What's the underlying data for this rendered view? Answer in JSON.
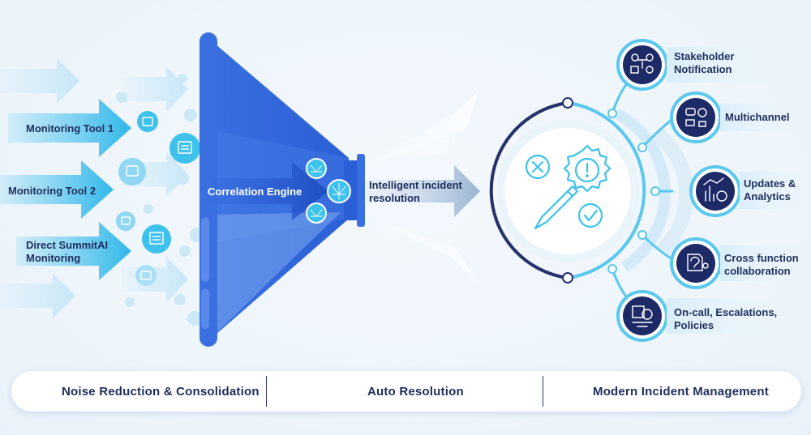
{
  "inputs": {
    "tool1": "Monitoring Tool 1",
    "tool2": "Monitoring Tool 2",
    "direct": [
      "Direct SummitAI",
      "Monitoring"
    ]
  },
  "engine": {
    "label": "Correlation Engine"
  },
  "resolution": {
    "label": [
      "Intelligent incident",
      "resolution"
    ]
  },
  "outputs": [
    {
      "lines": [
        "Stakeholder",
        "Notification"
      ],
      "icon": "stakeholder-icon"
    },
    {
      "lines": [
        "Multichannel"
      ],
      "icon": "multichannel-icon"
    },
    {
      "lines": [
        "Updates &",
        "Analytics"
      ],
      "icon": "analytics-icon"
    },
    {
      "lines": [
        "Cross function",
        "collaboration"
      ],
      "icon": "collaboration-icon"
    },
    {
      "lines": [
        "On-call, Escalations,",
        "Policies"
      ],
      "icon": "policies-icon"
    }
  ],
  "bottom_bar": {
    "noise": "Noise Reduction & Consolidation",
    "auto": "Auto Resolution",
    "modern": "Modern Incident Management"
  },
  "colors": {
    "funnel": "#3a6fe0",
    "arrow": "#3ec2ec",
    "navy": "#1f2d5a",
    "ring": "#5ac8ee"
  }
}
